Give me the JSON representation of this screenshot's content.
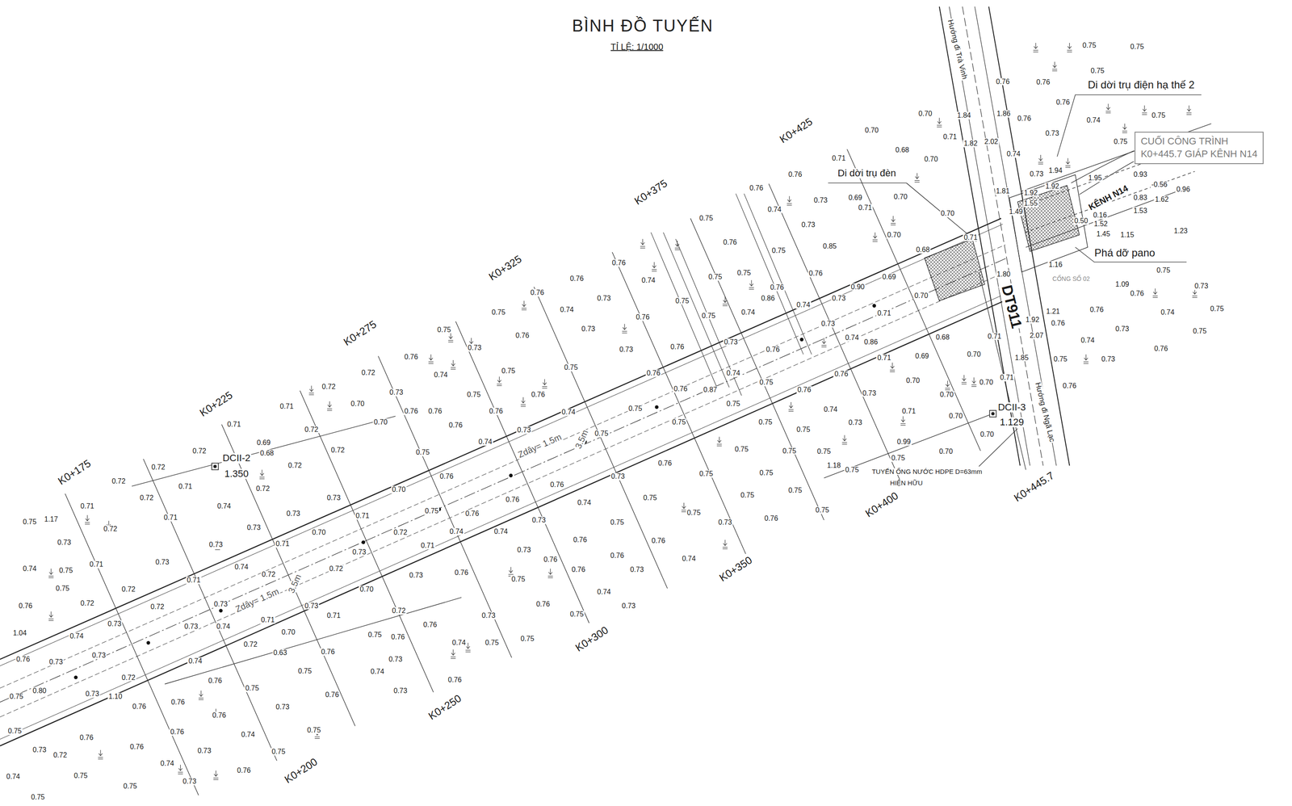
{
  "diagram": {
    "title": "BÌNH ĐỒ TUYẾN",
    "nodes": [
      {
        "text": [
          "CUỐI CÔNG TRÌNH",
          "K0+445.7 GIÁP KÊNH N14"
        ]
      }
    ],
    "labels": [
      "TỈ LỆ: 1/1000",
      "K0+175",
      "K0+225",
      "K0+275",
      "K0+325",
      "K0+375",
      "K0+425",
      "K0+200",
      "K0+250",
      "K0+300",
      "K0+350",
      "K0+400",
      "K0+445.7",
      "Hướng đi Trà Vinh",
      "Hướng đi Ngã Lạc",
      "DT911",
      "KÊNH N14",
      "Di dời trụ điện hạ thế 2",
      "Di dời trụ đèn",
      "Phá dỡ pano",
      "CỐNG SỐ 02",
      "DCII-2",
      "1.350",
      "DCII-3",
      "1.129",
      "TUYẾN ỐNG NƯỚC HDPE D=63mm",
      "HIỆN HỮU",
      "Zdây= 1.5m",
      "3.5m",
      "Zdây= 1.5m",
      "3.5m",
      "0.75",
      "0.75",
      "0.75",
      "0.76",
      "0.76",
      "0.76",
      "0.74",
      "0.75",
      "0.76",
      "0.73",
      "0.75",
      "0.74",
      "0.73",
      "0.70",
      "0.70",
      "0.68",
      "0.70",
      "0.71",
      "1.82",
      "2.02",
      "1.84",
      "1.86",
      "0.71",
      "0.76",
      "0.76",
      "0.74",
      "0.73",
      "0.69",
      "0.71",
      "0.70",
      "0.73",
      "0.70",
      "0.85",
      "0.70",
      "0.68",
      "0.71",
      "0.75",
      "0.76",
      "0.75",
      "0.76",
      "0.75",
      "0.75",
      "0.76",
      "0.86",
      "0.74",
      "0.90",
      "0.73",
      "0.69",
      "0.70",
      "0.71",
      "0.74",
      "0.73",
      "0.74",
      "0.86",
      "0.71",
      "0.69",
      "0.68",
      "0.70",
      "0.71",
      "0.70",
      "0.70",
      "0.70",
      "0.71",
      "0.71",
      "0.70",
      "0.70",
      "0.70",
      "0.99",
      "0.75",
      "1.18",
      "0.75",
      "0.75",
      "0.75",
      "0.76",
      "0.73",
      "0.74",
      "0.73",
      "0.75",
      "0.75",
      "0.75",
      "0.75",
      "0.76",
      "0.75",
      "0.76",
      "0.75",
      "0.75",
      "0.75",
      "0.75",
      "0.76",
      "0.73",
      "0.75",
      "0.76",
      "0.74",
      "0.76",
      "0.76",
      "0.73",
      "0.75",
      "0.76",
      "0.74",
      "0.73",
      "0.76",
      "1.21",
      "2.07",
      "1.85",
      "1.92",
      "0.76",
      "0.76",
      "0.74",
      "0.73",
      "0.75",
      "0.75",
      "0.75",
      "1.09",
      "1.80",
      "1.16",
      "1.15",
      "1.23",
      "1.45",
      "1.52",
      "0.16",
      "0.50",
      "1.53",
      "1.62",
      "0.83",
      "0.96",
      "-0.56",
      "0.93",
      "1.95",
      "1.92",
      "1.94",
      "1.92",
      "1.55",
      "1.81",
      "1.49",
      "0.76",
      "0.76",
      "0.74",
      "0.73",
      "0.73",
      "0.76",
      "0.76",
      "0.75",
      "0.73",
      "0.75",
      "0.75",
      "0.74",
      "0.76",
      "0.75",
      "0.76",
      "0.75",
      "0.76",
      "0.75",
      "0.76",
      "0.74",
      "0.75",
      "0.76",
      "0.73",
      "0.76",
      "0.76",
      "0.74",
      "0.73",
      "0.74",
      "0.75",
      "0.75",
      "0.76",
      "0.76",
      "0.74",
      "0.87",
      "0.75",
      "0.73",
      "0.75",
      "0.76",
      "0.75",
      "0.70",
      "0.76",
      "0.75",
      "0.76",
      "0.76",
      "0.74",
      "0.73",
      "0.74",
      "0.75",
      "0.75",
      "0.73",
      "0.72",
      "0.73",
      "0.74",
      "0.71",
      "0.76",
      "0.73",
      "0.73",
      "0.76",
      "0.76",
      "0.76",
      "0.76",
      "0.73",
      "0.74",
      "0.73",
      "0.75",
      "0.76",
      "0.75",
      "0.75",
      "0.74",
      "0.75",
      "0.76",
      "0.73",
      "0.73",
      "0.76",
      "0.75",
      "0.76",
      "0.74",
      "0.72",
      "0.70",
      "0.73",
      "0.71",
      "0.73",
      "0.73",
      "0.70",
      "0.72",
      "0.71",
      "0.72",
      "0.73",
      "0.71",
      "0.70",
      "0.63",
      "0.74",
      "0.73",
      "0.74",
      "0.72",
      "0.72",
      "0.72",
      "0.72",
      "0.70",
      "0.72",
      "0.70",
      "0.71",
      "0.72",
      "0.73",
      "0.76",
      "0.71",
      "0.69",
      "0.68",
      "0.72",
      "0.72",
      "0.71",
      "0.72",
      "0.71",
      "0.72",
      "0.71",
      "0.73",
      "0.72",
      "0.71",
      "0.73",
      "0.73",
      "0.74",
      "0.75",
      "0.75",
      "0.72",
      "0.71",
      "0.72",
      "0.73",
      "0.72",
      "0.73",
      "0.74",
      "0.73",
      "0.71",
      "0.72",
      "0.74",
      "0.73",
      "0.74",
      "0.72",
      "0.73",
      "0.76",
      "0.76",
      "1.04",
      "0.75",
      "1.17",
      "0.80",
      "0.75",
      "0.73",
      "1.10",
      "0.76",
      "0.76",
      "0.76",
      "0.75",
      "0.73",
      "0.76",
      "0.75",
      "0.76",
      "0.76",
      "0.75",
      "0.76",
      "0.74",
      "0.76",
      "0.76",
      "0.75",
      "0.73",
      "0.72",
      "0.75",
      "0.74",
      "0.73",
      "0.73",
      "0.76",
      "0.75",
      "0.75",
      "0.75",
      "0.74"
    ]
  }
}
